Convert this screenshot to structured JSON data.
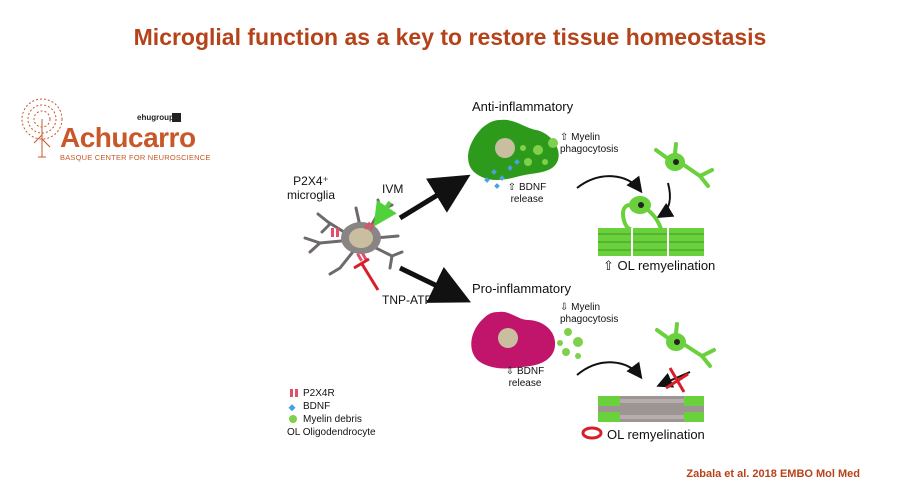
{
  "title": "Microglial function as a key to restore tissue homeostasis",
  "logo": {
    "name": "Achucarro",
    "subtitle": "BASQUE CENTER FOR NEUROSCIENCE",
    "group": "ehugroup"
  },
  "diagram": {
    "microglia_label_line1": "P2X4⁺",
    "microglia_label_line2": "microglia",
    "ivm_label": "IVM",
    "tnp_atp_label": "TNP-ATP",
    "anti": {
      "heading": "Anti-inflammatory",
      "myelin_line1": "⇧ Myelin",
      "myelin_line2": "phagocytosis",
      "bdnf_line1": "⇧ BDNF",
      "bdnf_line2": "release",
      "remyelination": "⇧ OL remyelination"
    },
    "pro": {
      "heading": "Pro-inflammatory",
      "myelin_line1": "⇩ Myelin",
      "myelin_line2": "phagocytosis",
      "bdnf_line1": "⇩ BDNF",
      "bdnf_line2": "release",
      "remyelination": "OL remyelination"
    },
    "legend": {
      "p2x4r": "P2X4R",
      "bdnf": "BDNF",
      "myelin_debris": "Myelin debris",
      "ol": "OL Oligodendrocyte"
    },
    "colors": {
      "anti_cell": "#2e9a1c",
      "pro_cell": "#c0156a",
      "myelin": "#7fd04a",
      "bdnf": "#4aa3e0",
      "receptor": "#e0506a",
      "inhibit": "#d81e2a",
      "activate": "#52d23a"
    }
  },
  "citation": "Zabala et al. 2018 EMBO Mol Med"
}
